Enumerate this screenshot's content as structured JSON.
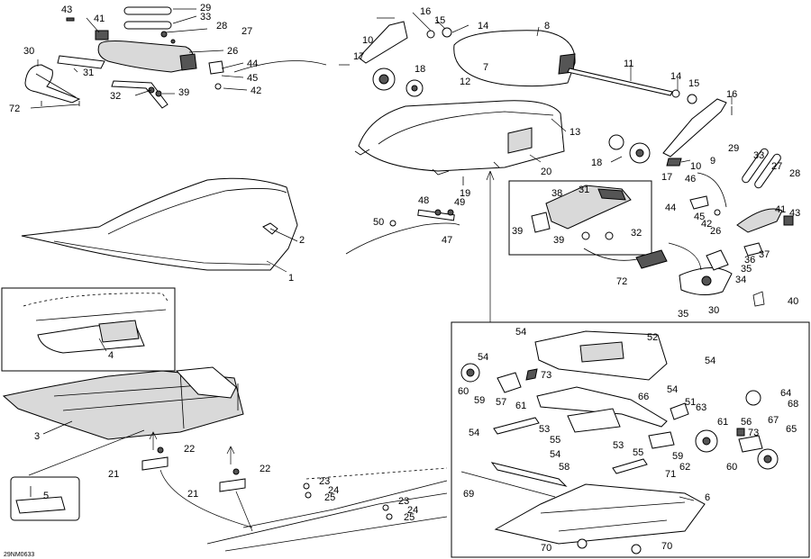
{
  "diagram": {
    "caption": "29NM0633",
    "callouts": [
      {
        "id": "c43a",
        "text": "43"
      },
      {
        "id": "c41a",
        "text": "41"
      },
      {
        "id": "c29a",
        "text": "29"
      },
      {
        "id": "c33a",
        "text": "33"
      },
      {
        "id": "c28a",
        "text": "28"
      },
      {
        "id": "c27a",
        "text": "27"
      },
      {
        "id": "c26a",
        "text": "26"
      },
      {
        "id": "c30a",
        "text": "30"
      },
      {
        "id": "c31a",
        "text": "31"
      },
      {
        "id": "c44a",
        "text": "44"
      },
      {
        "id": "c45a",
        "text": "45"
      },
      {
        "id": "c42a",
        "text": "42"
      },
      {
        "id": "c32a",
        "text": "32"
      },
      {
        "id": "c39a",
        "text": "39"
      },
      {
        "id": "c72a",
        "text": "72"
      },
      {
        "id": "c16a",
        "text": "16"
      },
      {
        "id": "c15a",
        "text": "15"
      },
      {
        "id": "c14a",
        "text": "14"
      },
      {
        "id": "c8",
        "text": "8"
      },
      {
        "id": "c10a",
        "text": "10"
      },
      {
        "id": "c17a",
        "text": "17"
      },
      {
        "id": "c7",
        "text": "7"
      },
      {
        "id": "c18a",
        "text": "18"
      },
      {
        "id": "c12",
        "text": "12"
      },
      {
        "id": "c11",
        "text": "11"
      },
      {
        "id": "c14b",
        "text": "14"
      },
      {
        "id": "c15b",
        "text": "15"
      },
      {
        "id": "c16b",
        "text": "16"
      },
      {
        "id": "c13",
        "text": "13"
      },
      {
        "id": "c20",
        "text": "20"
      },
      {
        "id": "c19",
        "text": "19"
      },
      {
        "id": "c18b",
        "text": "18"
      },
      {
        "id": "c9",
        "text": "9"
      },
      {
        "id": "c17b",
        "text": "17"
      },
      {
        "id": "c10b",
        "text": "10"
      },
      {
        "id": "c29b",
        "text": "29"
      },
      {
        "id": "c33b",
        "text": "33"
      },
      {
        "id": "c27b",
        "text": "27"
      },
      {
        "id": "c28b",
        "text": "28"
      },
      {
        "id": "c46",
        "text": "46"
      },
      {
        "id": "c44b",
        "text": "44"
      },
      {
        "id": "c45b",
        "text": "45"
      },
      {
        "id": "c42b",
        "text": "42"
      },
      {
        "id": "c26b",
        "text": "26"
      },
      {
        "id": "c41b",
        "text": "41"
      },
      {
        "id": "c43b",
        "text": "43"
      },
      {
        "id": "c37",
        "text": "37"
      },
      {
        "id": "c36",
        "text": "36"
      },
      {
        "id": "c35a",
        "text": "35"
      },
      {
        "id": "c34",
        "text": "34"
      },
      {
        "id": "c30b",
        "text": "30"
      },
      {
        "id": "c35b",
        "text": "35"
      },
      {
        "id": "c40",
        "text": "40"
      },
      {
        "id": "c72b",
        "text": "72"
      },
      {
        "id": "c38",
        "text": "38"
      },
      {
        "id": "c31b",
        "text": "31"
      },
      {
        "id": "c39b",
        "text": "39"
      },
      {
        "id": "c39c",
        "text": "39"
      },
      {
        "id": "c32b",
        "text": "32"
      },
      {
        "id": "c48",
        "text": "48"
      },
      {
        "id": "c49",
        "text": "49"
      },
      {
        "id": "c50",
        "text": "50"
      },
      {
        "id": "c47",
        "text": "47"
      },
      {
        "id": "c2",
        "text": "2"
      },
      {
        "id": "c1",
        "text": "1"
      },
      {
        "id": "c4",
        "text": "4"
      },
      {
        "id": "c3",
        "text": "3"
      },
      {
        "id": "c22a",
        "text": "22"
      },
      {
        "id": "c21a",
        "text": "21"
      },
      {
        "id": "c22b",
        "text": "22"
      },
      {
        "id": "c21b",
        "text": "21"
      },
      {
        "id": "c5",
        "text": "5"
      },
      {
        "id": "c23a",
        "text": "23"
      },
      {
        "id": "c24a",
        "text": "24"
      },
      {
        "id": "c25a",
        "text": "25"
      },
      {
        "id": "c23b",
        "text": "23"
      },
      {
        "id": "c24b",
        "text": "24"
      },
      {
        "id": "c25b",
        "text": "25"
      },
      {
        "id": "c54a",
        "text": "54"
      },
      {
        "id": "c52",
        "text": "52"
      },
      {
        "id": "c54b",
        "text": "54"
      },
      {
        "id": "c54c",
        "text": "54"
      },
      {
        "id": "c73a",
        "text": "73"
      },
      {
        "id": "c60a",
        "text": "60"
      },
      {
        "id": "c59a",
        "text": "59"
      },
      {
        "id": "c57",
        "text": "57"
      },
      {
        "id": "c61a",
        "text": "61"
      },
      {
        "id": "c54d",
        "text": "54"
      },
      {
        "id": "c66",
        "text": "66"
      },
      {
        "id": "c64",
        "text": "64"
      },
      {
        "id": "c68",
        "text": "68"
      },
      {
        "id": "c51",
        "text": "51"
      },
      {
        "id": "c63",
        "text": "63"
      },
      {
        "id": "c67",
        "text": "67"
      },
      {
        "id": "c65",
        "text": "65"
      },
      {
        "id": "c54e",
        "text": "54"
      },
      {
        "id": "c53a",
        "text": "53"
      },
      {
        "id": "c55a",
        "text": "55"
      },
      {
        "id": "c61b",
        "text": "61"
      },
      {
        "id": "c56",
        "text": "56"
      },
      {
        "id": "c73b",
        "text": "73"
      },
      {
        "id": "c54f",
        "text": "54"
      },
      {
        "id": "c53b",
        "text": "53"
      },
      {
        "id": "c55b",
        "text": "55"
      },
      {
        "id": "c59b",
        "text": "59"
      },
      {
        "id": "c58",
        "text": "58"
      },
      {
        "id": "c62",
        "text": "62"
      },
      {
        "id": "c60b",
        "text": "60"
      },
      {
        "id": "c71",
        "text": "71"
      },
      {
        "id": "c69",
        "text": "69"
      },
      {
        "id": "c6",
        "text": "6"
      },
      {
        "id": "c70a",
        "text": "70"
      },
      {
        "id": "c70b",
        "text": "70"
      }
    ]
  }
}
